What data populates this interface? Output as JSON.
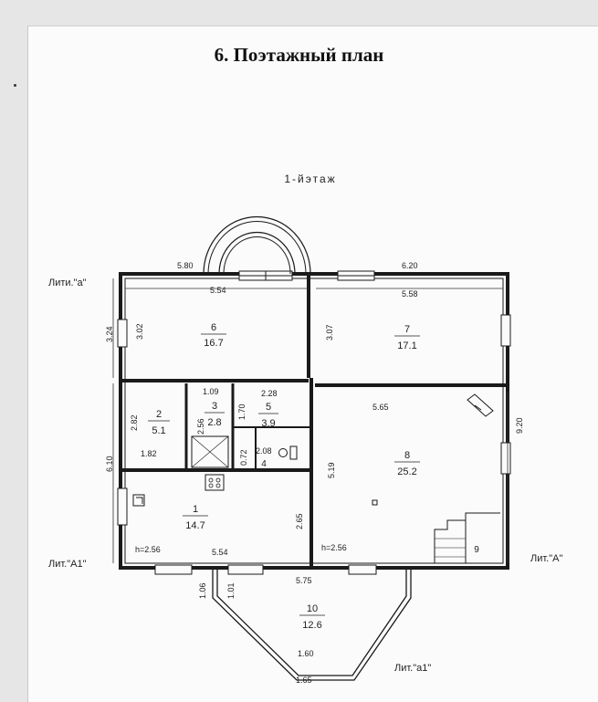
{
  "title": "6. Поэтажный план",
  "floor": "1-йэтаж",
  "liter_labels": {
    "top_left": "Лити.\"а\"",
    "left": "Лит.\"А1\"",
    "right": "Лит.\"А\"",
    "bottom": "Лит.\"а1\""
  },
  "rooms": [
    {
      "number": "1",
      "area": "14.7"
    },
    {
      "number": "2",
      "area": "5.1"
    },
    {
      "number": "3",
      "area": "2.8"
    },
    {
      "number": "4",
      "area": ""
    },
    {
      "number": "5",
      "area": "3.9"
    },
    {
      "number": "6",
      "area": "16.7"
    },
    {
      "number": "7",
      "area": "17.1"
    },
    {
      "number": "8",
      "area": "25.2"
    },
    {
      "number": "9",
      "area": ""
    },
    {
      "number": "10",
      "area": "12.6"
    }
  ],
  "dimensions": {
    "top_left_outer": "5.80",
    "top_right_outer": "6.20",
    "room6_width": "5.54",
    "room7_width": "5.58",
    "left_upper": "3.24",
    "room6_height": "3.02",
    "room7_height": "3.07",
    "right_height": "9.20",
    "room3_width": "1.09",
    "room5_width": "2.28",
    "room8_width": "5.65",
    "room2_height": "2.82",
    "room3_height": "2.56",
    "room5_height": "1.70",
    "room2_width": "1.82",
    "room4_height": "0.72",
    "room4_width": "2.08",
    "left_lower": "6.10",
    "room8_height": "5.19",
    "room1_height": "2.65",
    "room1_ceiling": "h=2.56",
    "room1_width": "5.54",
    "room8_ceiling": "h=2.56",
    "bottom_width": "5.75",
    "porch_left_outer": "1.06",
    "porch_left_inner": "1.01",
    "porch_inner_bottom": "1.60",
    "porch_outer_bottom": "1.65"
  }
}
